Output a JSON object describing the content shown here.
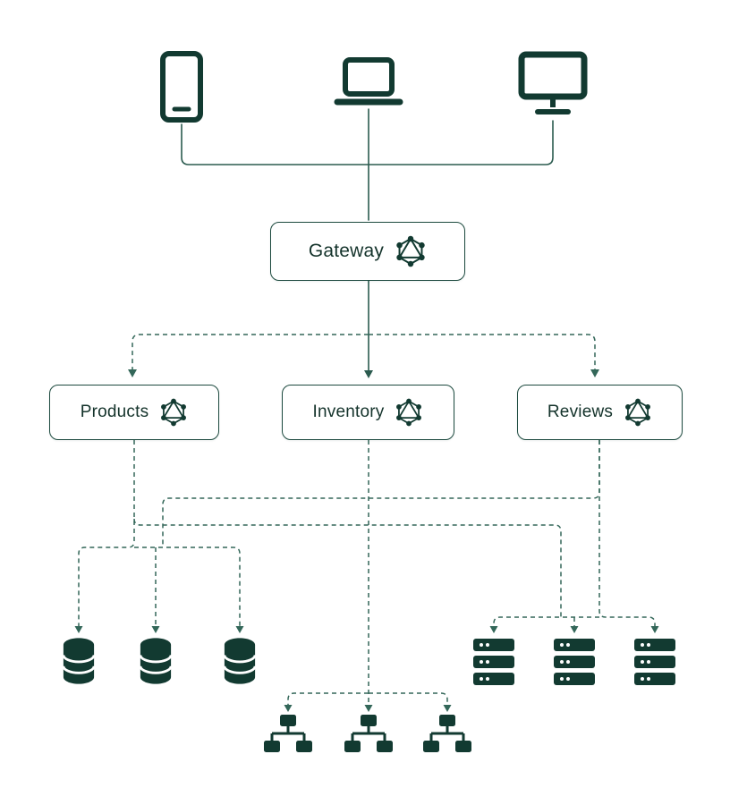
{
  "colors": {
    "background": "#ffffff",
    "icon_fill": "#123a31",
    "node_border": "#1d4a3f",
    "label_text": "#14332b",
    "line_solid": "#2b5b4f",
    "line_dashed": "#336759"
  },
  "nodes": {
    "gateway": {
      "label": "Gateway",
      "icon": "graphql-icon"
    },
    "services": [
      {
        "label": "Products",
        "icon": "graphql-icon"
      },
      {
        "label": "Inventory",
        "icon": "graphql-icon"
      },
      {
        "label": "Reviews",
        "icon": "graphql-icon"
      }
    ]
  },
  "clients": [
    {
      "icon": "tablet-icon"
    },
    {
      "icon": "laptop-icon"
    },
    {
      "icon": "desktop-icon"
    }
  ],
  "resources": {
    "databases": [
      {
        "icon": "database-icon"
      },
      {
        "icon": "database-icon"
      },
      {
        "icon": "database-icon"
      }
    ],
    "servers": [
      {
        "icon": "server-icon"
      },
      {
        "icon": "server-icon"
      },
      {
        "icon": "server-icon"
      }
    ],
    "network": [
      {
        "icon": "network-switch-icon"
      },
      {
        "icon": "network-switch-icon"
      },
      {
        "icon": "network-switch-icon"
      }
    ]
  }
}
